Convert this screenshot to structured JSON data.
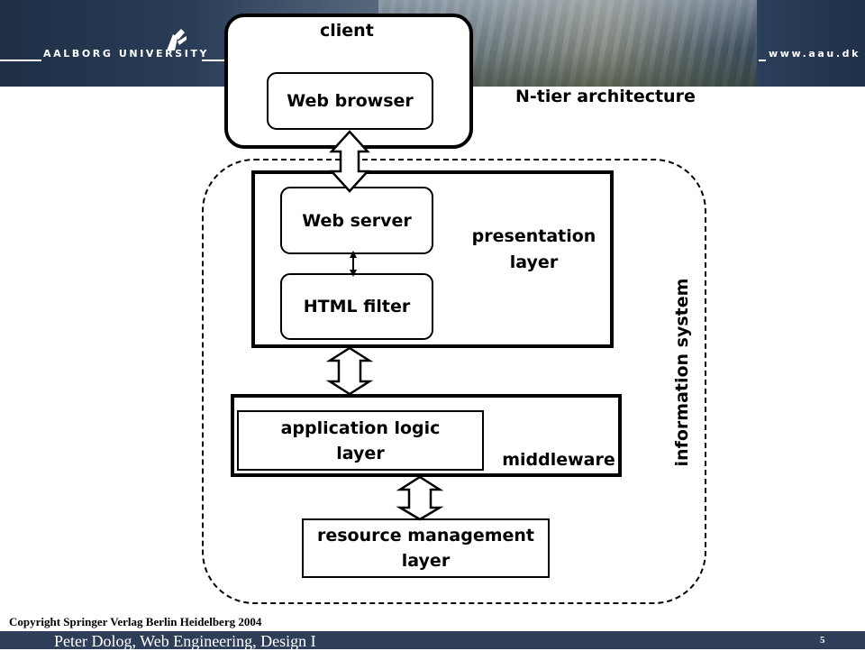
{
  "header": {
    "university": "AALBORG UNIVERSITY",
    "url": "www.aau.dk"
  },
  "diagram": {
    "title": "N-tier architecture",
    "client": {
      "label": "client",
      "web_browser": "Web browser"
    },
    "information_system": {
      "label": "information system",
      "presentation": {
        "web_server": "Web server",
        "html_filter": "HTML filter",
        "label": "presentation\nlayer"
      },
      "middleware": {
        "application_logic": "application logic\nlayer",
        "label": "middleware"
      },
      "resource_management": "resource management\nlayer"
    }
  },
  "footer": {
    "copyright": "Copyright Springer Verlag Berlin Heidelberg 2004",
    "author": "Peter Dolog, Web Engineering, Design I",
    "page_number": "5"
  },
  "colors": {
    "header_dark": "#1e2f46",
    "footer": "#2e3e58",
    "ink": "#000000"
  }
}
